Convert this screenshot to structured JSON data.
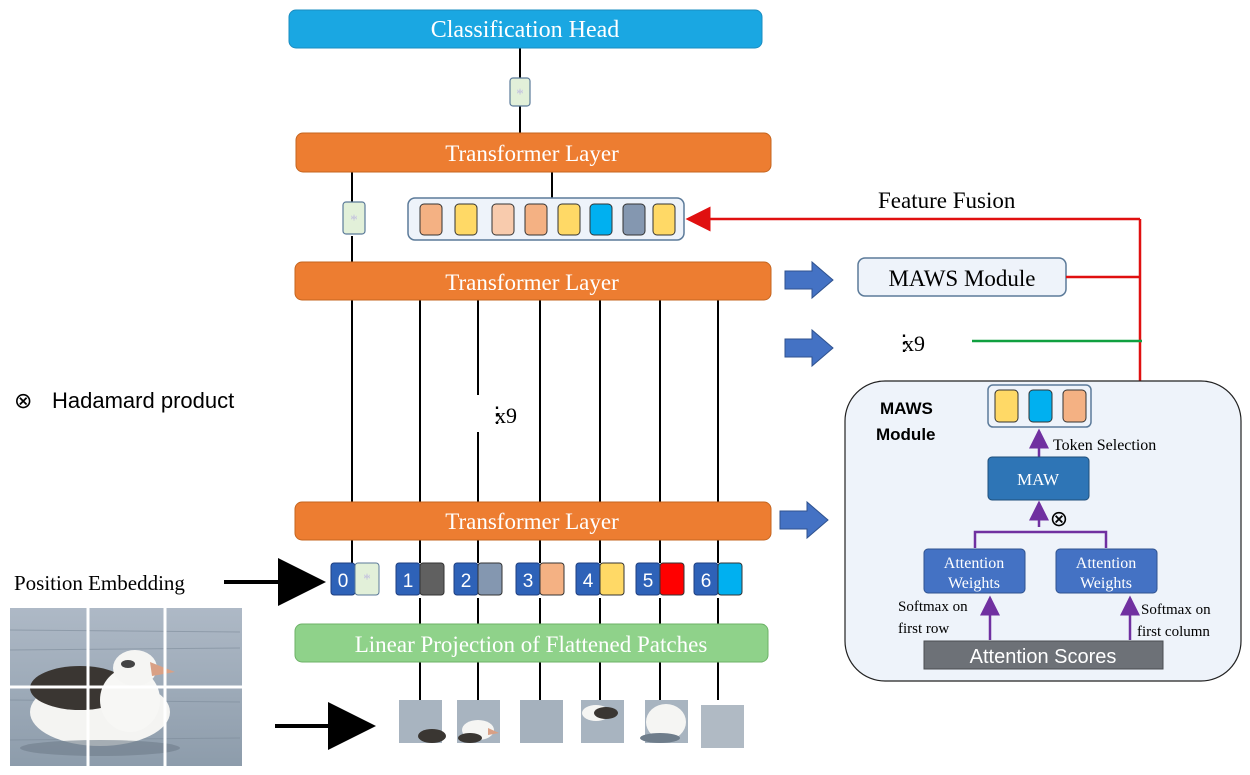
{
  "diagram": {
    "classification_head": "Classification Head",
    "transformer_layer": "Transformer Layer",
    "linear_projection": "Linear Projection of Flattened Patches",
    "position_embedding": "Position Embedding",
    "legend_symbol": "⊗",
    "legend_text": "Hadamard product",
    "repeat_label": "x9",
    "feature_fusion": "Feature Fusion",
    "maws_module": "MAWS Module",
    "maws_panel_title_line1": "MAWS",
    "maws_panel_title_line2": "Module",
    "token_selection": "Token Selection",
    "maw": "MAW",
    "attention_weights_line1": "Attention",
    "attention_weights_line2": "Weights",
    "softmax_left_line1": "Softmax on",
    "softmax_left_line2": "first row",
    "softmax_right_line1": "Softmax on",
    "softmax_right_line2": "first column",
    "attention_scores": "Attention Scores",
    "cls_marker": "*",
    "token_indices": [
      "0",
      "1",
      "2",
      "3",
      "4",
      "5",
      "6"
    ]
  },
  "colors": {
    "head": "#1aa7e2",
    "transformer": "#ed7d31",
    "projection": "#8fd28a",
    "arrow_blue": "#4472c4",
    "maw_box": "#2e75b6",
    "attention_box": "#4472c4",
    "scores_box": "#6d7177",
    "fusion_line": "#e01010",
    "branch_line": "#10a040",
    "panel_bg": "#eef3fa",
    "token_orange": "#f4b183",
    "token_yellow": "#ffd966",
    "token_blue": "#00b0f0",
    "token_gray": "#8497b0",
    "token_red": "#ff0000",
    "token_darkgray": "#606060"
  }
}
